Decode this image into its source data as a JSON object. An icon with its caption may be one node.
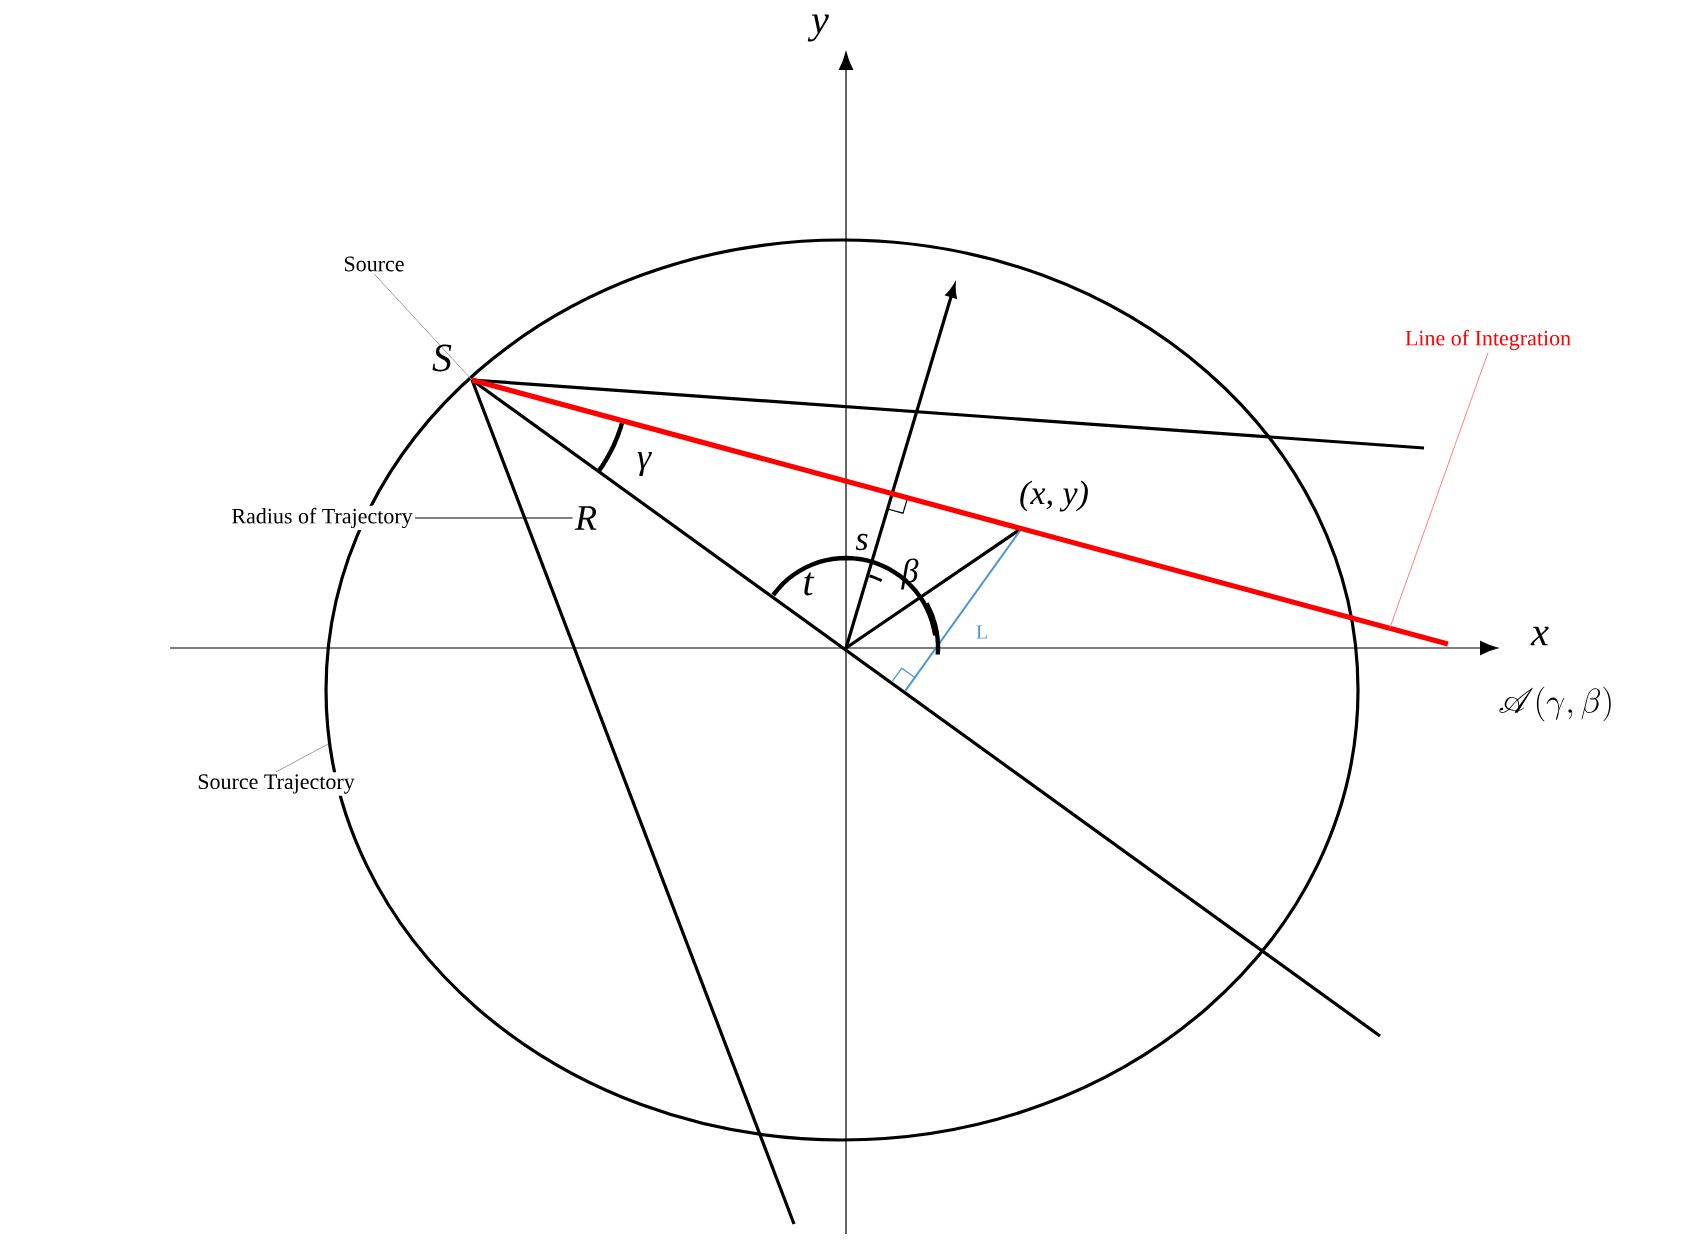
{
  "diagram": {
    "nodes": [
      {
        "text": [
          "Source"
        ]
      },
      {
        "text": [
          "Radius of Trajectory"
        ]
      },
      {
        "text": [
          "R"
        ],
        "in": 5
      },
      {
        "text": [
          "Line of Integration"
        ]
      },
      {
        "text": [
          "Source Trajectory"
        ]
      },
      {
        "text": [],
        "shape": "circle"
      },
      {
        "text": [],
        "shape": "line"
      }
    ],
    "edges": [
      {
        "from": 0,
        "to": 5,
        "arrow": "none"
      },
      {
        "from": 1,
        "to": 2,
        "arrow": "none",
        "color": "#000000"
      },
      {
        "from": 3,
        "to": 6,
        "arrow": "none",
        "color": "#ff8080"
      },
      {
        "from": 4,
        "to": 5,
        "arrow": "none"
      }
    ],
    "labels": [
      "y",
      "x",
      "S",
      "γ",
      "s",
      "β",
      "t",
      "(x, y)",
      "L",
      "\\mathscr{A}(\\gamma, \\beta)"
    ]
  }
}
